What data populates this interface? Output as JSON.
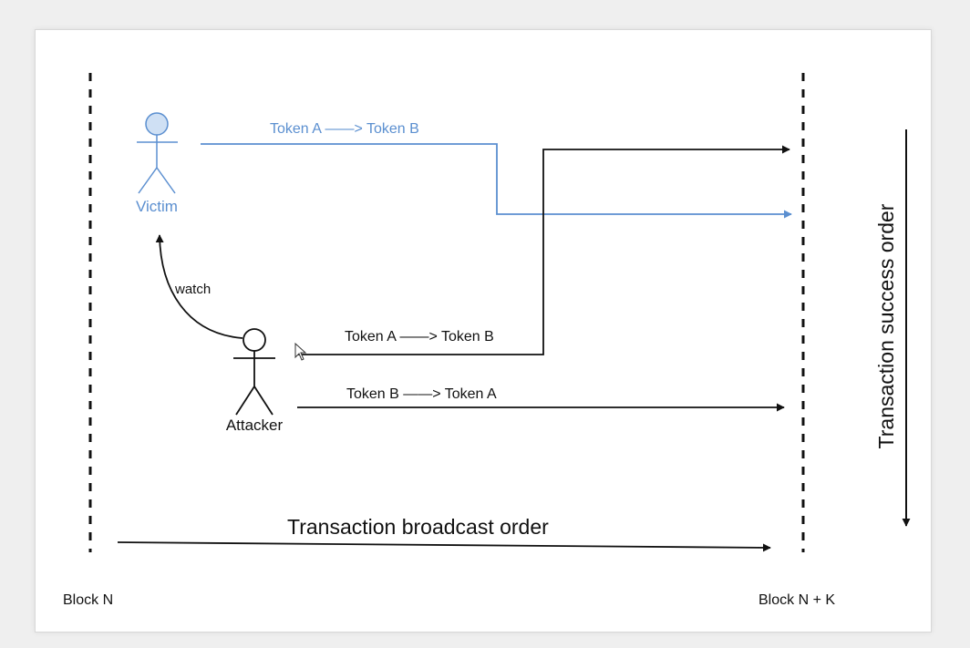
{
  "colors": {
    "victim": "#5b8fd0",
    "victim_fill": "#cfe0f4",
    "ink": "#111111",
    "background": "#ffffff"
  },
  "boundaries": {
    "left_label": "Block N",
    "right_label": "Block N + K"
  },
  "actors": {
    "victim": {
      "name": "Victim"
    },
    "attacker": {
      "name": "Attacker"
    }
  },
  "transactions": {
    "victim_swap": "Token A ——> Token B",
    "attacker_front": "Token A ——> Token B",
    "attacker_back": "Token B ——> Token A"
  },
  "edges": {
    "watch_label": "watch"
  },
  "axes": {
    "broadcast_order": "Transaction broadcast order",
    "success_order": "Transaction success order"
  }
}
